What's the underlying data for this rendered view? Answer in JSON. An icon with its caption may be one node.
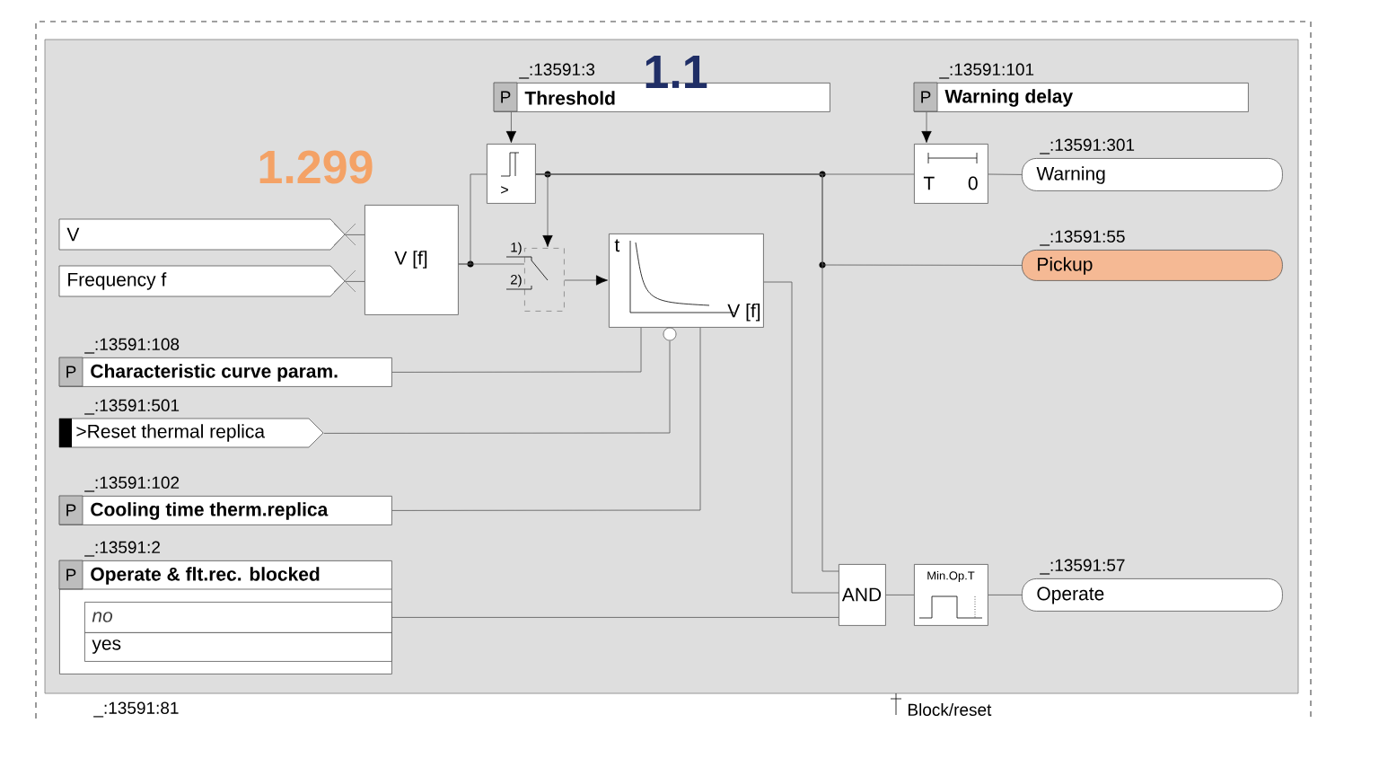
{
  "diagram": {
    "nodes": [
      {
        "text": [
          "_:13591:3",
          "P",
          "Threshold"
        ]
      },
      {
        "text": [
          "_:13591:101",
          "P",
          "Warning delay"
        ]
      },
      {
        "text": [
          "V"
        ]
      },
      {
        "text": [
          "Frequency f"
        ]
      },
      {
        "text": [
          "V [f]"
        ]
      },
      {
        "text": [
          ">"
        ]
      },
      {
        "text": [
          "1)",
          "2)"
        ]
      },
      {
        "text": [
          "t",
          "V [f]"
        ]
      },
      {
        "text": [
          "T",
          "0"
        ]
      },
      {
        "text": [
          "_:13591:301",
          "Warning"
        ]
      },
      {
        "text": [
          "_:13591:55",
          "Pickup"
        ]
      },
      {
        "text": [
          "_:13591:108",
          "P",
          "Characteristic curve param."
        ]
      },
      {
        "text": [
          "_:13591:501",
          ">Reset thermal replica"
        ]
      },
      {
        "text": [
          "_:13591:102",
          "P",
          "Cooling time therm.replica"
        ]
      },
      {
        "text": [
          "_:13591:2",
          "P",
          "Operate & flt.rec. blocked"
        ]
      },
      {
        "text": [
          "no"
        ],
        "in": 14
      },
      {
        "text": [
          "yes"
        ],
        "in": 14
      },
      {
        "text": [
          "AND"
        ]
      },
      {
        "text": [
          "Min.Op.T"
        ]
      },
      {
        "text": [
          "_:13591:57",
          "Operate"
        ]
      }
    ],
    "edges": [
      {
        "from": 0,
        "to": 5,
        "arrow": "to"
      },
      {
        "from": 1,
        "to": 8,
        "arrow": "to"
      },
      {
        "from": 2,
        "to": 4,
        "arrow": "none"
      },
      {
        "from": 3,
        "to": 4,
        "arrow": "none"
      },
      {
        "from": 4,
        "to": 5,
        "arrow": "none"
      },
      {
        "from": 4,
        "to": 6,
        "arrow": "none"
      },
      {
        "from": 5,
        "to": 6,
        "arrow": "to"
      },
      {
        "from": 6,
        "to": 7,
        "arrow": "to"
      },
      {
        "from": 5,
        "to": 8,
        "arrow": "none"
      },
      {
        "from": 8,
        "to": 9,
        "arrow": "none"
      },
      {
        "from": 5,
        "to": 10,
        "arrow": "none"
      },
      {
        "from": 5,
        "to": 17,
        "arrow": "none"
      },
      {
        "from": 7,
        "to": 17,
        "arrow": "none"
      },
      {
        "from": 11,
        "to": 7,
        "arrow": "none"
      },
      {
        "from": 12,
        "to": 7,
        "arrow": "none"
      },
      {
        "from": 13,
        "to": 7,
        "arrow": "none"
      },
      {
        "from": 15,
        "to": 17,
        "arrow": "none"
      },
      {
        "from": 17,
        "to": 18,
        "arrow": "none"
      },
      {
        "from": 18,
        "to": 19,
        "arrow": "none"
      }
    ],
    "labels": [
      "1.1",
      "1.299",
      "_:13591:81",
      "Block/reset"
    ]
  }
}
